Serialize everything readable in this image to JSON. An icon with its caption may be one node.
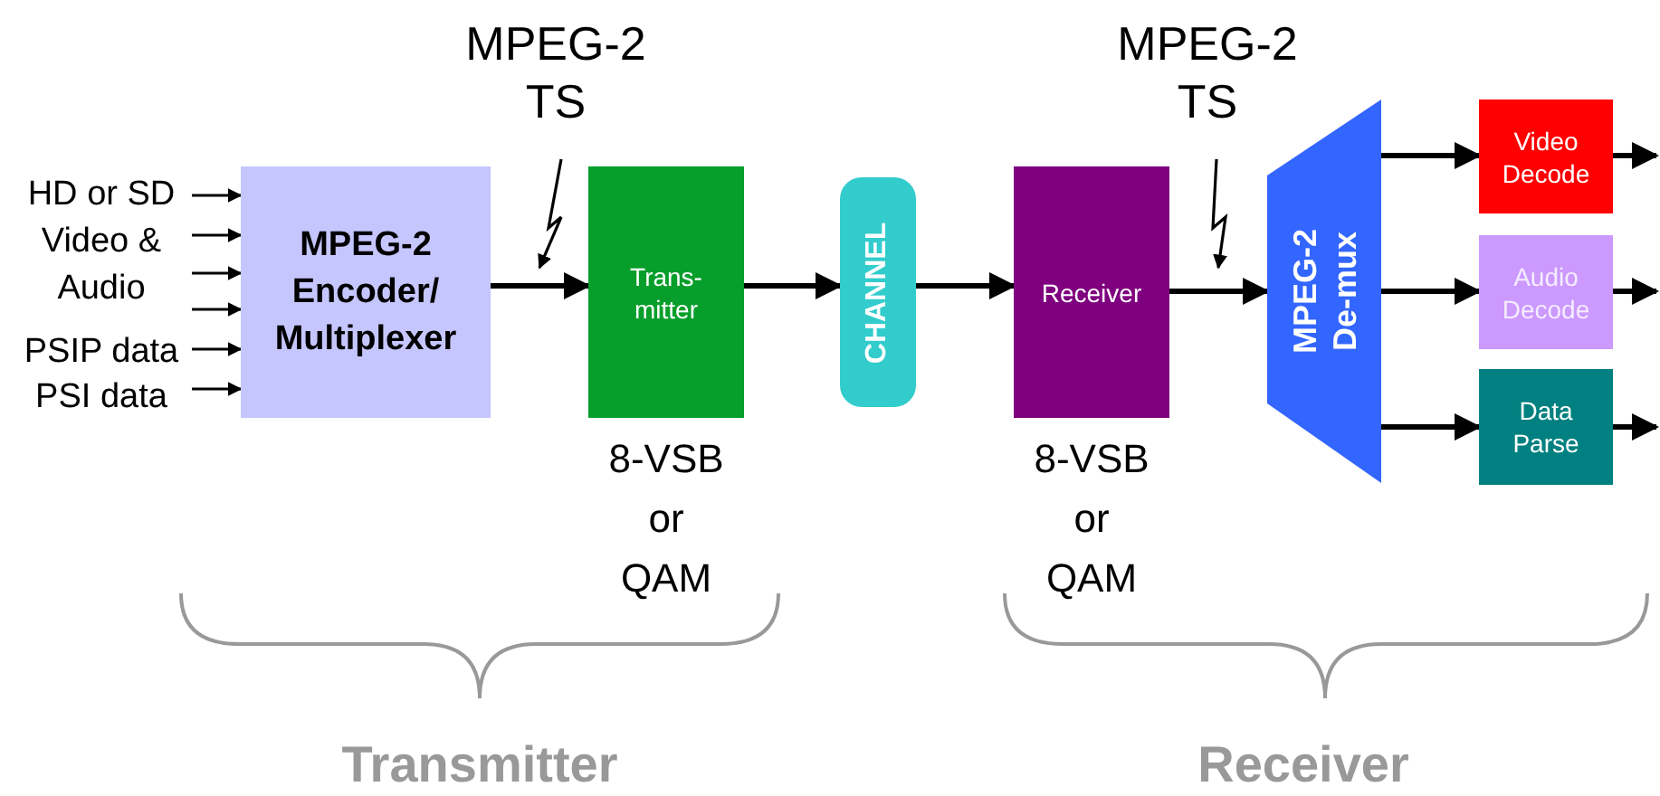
{
  "diagram": {
    "nodes": [
      {
        "text": [
          "HD or SD Video & Audio"
        ]
      },
      {
        "text": [
          "PSIP data"
        ]
      },
      {
        "text": [
          "PSI data"
        ]
      },
      {
        "text": [
          "MPEG-2 Encoder/ Multiplexer"
        ]
      },
      {
        "text": [
          "Trans- mitter"
        ],
        "beside": [
          "8-VSB or QAM"
        ]
      },
      {
        "text": [
          "CHANNEL"
        ]
      },
      {
        "text": [
          "Receiver"
        ],
        "beside": [
          "8-VSB or QAM"
        ]
      },
      {
        "text": [
          "MPEG-2 De-mux"
        ]
      },
      {
        "text": [
          "Video Decode"
        ]
      },
      {
        "text": [
          "Audio Decode"
        ]
      },
      {
        "text": [
          "Data Parse"
        ]
      },
      {
        "text": [
          "MPEG-2 TS"
        ]
      },
      {
        "text": [
          "MPEG-2 TS"
        ]
      }
    ],
    "edges": [
      {
        "from": 0,
        "to": 3,
        "arrow": "to"
      },
      {
        "from": 0,
        "to": 3,
        "arrow": "to"
      },
      {
        "from": 0,
        "to": 3,
        "arrow": "to"
      },
      {
        "from": 0,
        "to": 3,
        "arrow": "to"
      },
      {
        "from": 1,
        "to": 3,
        "arrow": "to"
      },
      {
        "from": 2,
        "to": 3,
        "arrow": "to"
      },
      {
        "from": 3,
        "to": 4,
        "arrow": "to"
      },
      {
        "from": 4,
        "to": 5,
        "arrow": "to"
      },
      {
        "from": 5,
        "to": 6,
        "arrow": "to"
      },
      {
        "from": 6,
        "to": 7,
        "arrow": "to"
      },
      {
        "from": 7,
        "to": 8,
        "arrow": "to"
      },
      {
        "from": 7,
        "to": 9,
        "arrow": "to"
      },
      {
        "from": 7,
        "to": 10,
        "arrow": "to"
      },
      {
        "from": 8,
        "to": null,
        "arrow": "to"
      },
      {
        "from": 9,
        "to": null,
        "arrow": "to"
      },
      {
        "from": 10,
        "to": null,
        "arrow": "to"
      },
      {
        "from": 11,
        "to": null,
        "arrow": "to"
      },
      {
        "from": 12,
        "to": null,
        "arrow": "to"
      }
    ],
    "labels": [
      "Transmitter",
      "Receiver"
    ]
  }
}
